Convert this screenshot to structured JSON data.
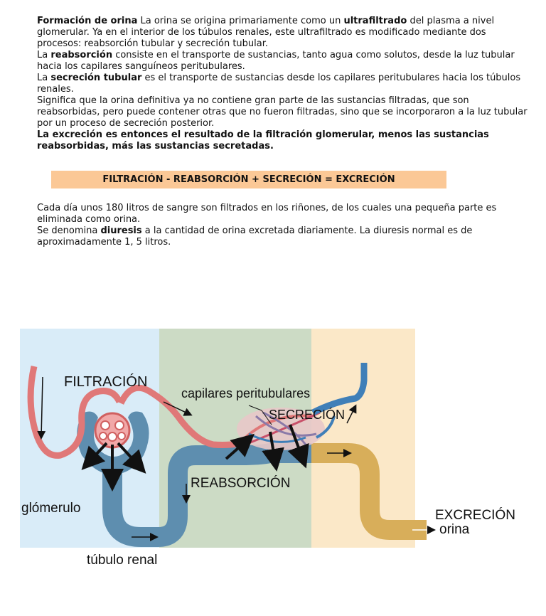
{
  "intro": {
    "p1_title": "Formación de orina",
    "p1_a": " La orina se origina primariamente como un ",
    "p1_bold": "ultrafiltrado",
    "p1_b": " del plasma a nivel glomerular. Ya en el interior de los túbulos renales, este ultrafiltrado es modificado mediante dos procesos: reabsorción tubular y secreción tubular.",
    "p2_pre": "La ",
    "p2_bold": "reabsorción",
    "p2_post": " consiste en el transporte de sustancias, tanto agua como solutos, desde la luz tubular hacia los capilares sanguíneos peritubulares.",
    "p3_pre": "La ",
    "p3_bold": "secreción tubular",
    "p3_post": " es el transporte de sustancias desde los capilares peritubulares hacia los túbulos renales.",
    "p4": "Significa que la orina definitiva ya no contiene gran parte de las sustancias filtradas, que son reabsorbidas, pero puede contener otras que no fueron filtradas, sino que se incorporaron a la luz tubular por un proceso de secreción posterior.",
    "p5": "La excreción es entonces el resultado de la filtración glomerular, menos las sustancias reabsorbidas, más las sustancias secretadas."
  },
  "formula": "FILTRACIÓN - REABSORCIÓN + SECRECIÓN = EXCRECIÓN",
  "outro": {
    "p1": "Cada día unos 180 litros de sangre son filtrados en los riñones, de los cuales una pequeña parte es eliminada como orina.",
    "p2_pre": "Se denomina ",
    "p2_bold": "diuresis",
    "p2_post": " a la cantidad de orina excretada diariamente. La diuresis normal es de aproximadamente 1, 5 litros."
  },
  "diagram": {
    "label_filtracion": "FILTRACIÓN",
    "label_capilares": "capilares peritubulares",
    "label_secrecion": "SECRECIÓN",
    "label_reabsorcion": "REABSORCIÓN",
    "label_glomerulo": "glómerulo",
    "label_tubulo": "túbulo renal",
    "label_excrecion": "EXCRECIÓN",
    "label_orina": "orina",
    "colors": {
      "zone_blue": "#d9ecf8",
      "zone_green": "#ccdbc5",
      "zone_peach": "#fbe8c8",
      "tube_blue": "#5e8eaf",
      "tube_gold": "#d8ae5a",
      "vessel_red": "#e07878",
      "vessel_blue": "#3f7fb8"
    }
  }
}
